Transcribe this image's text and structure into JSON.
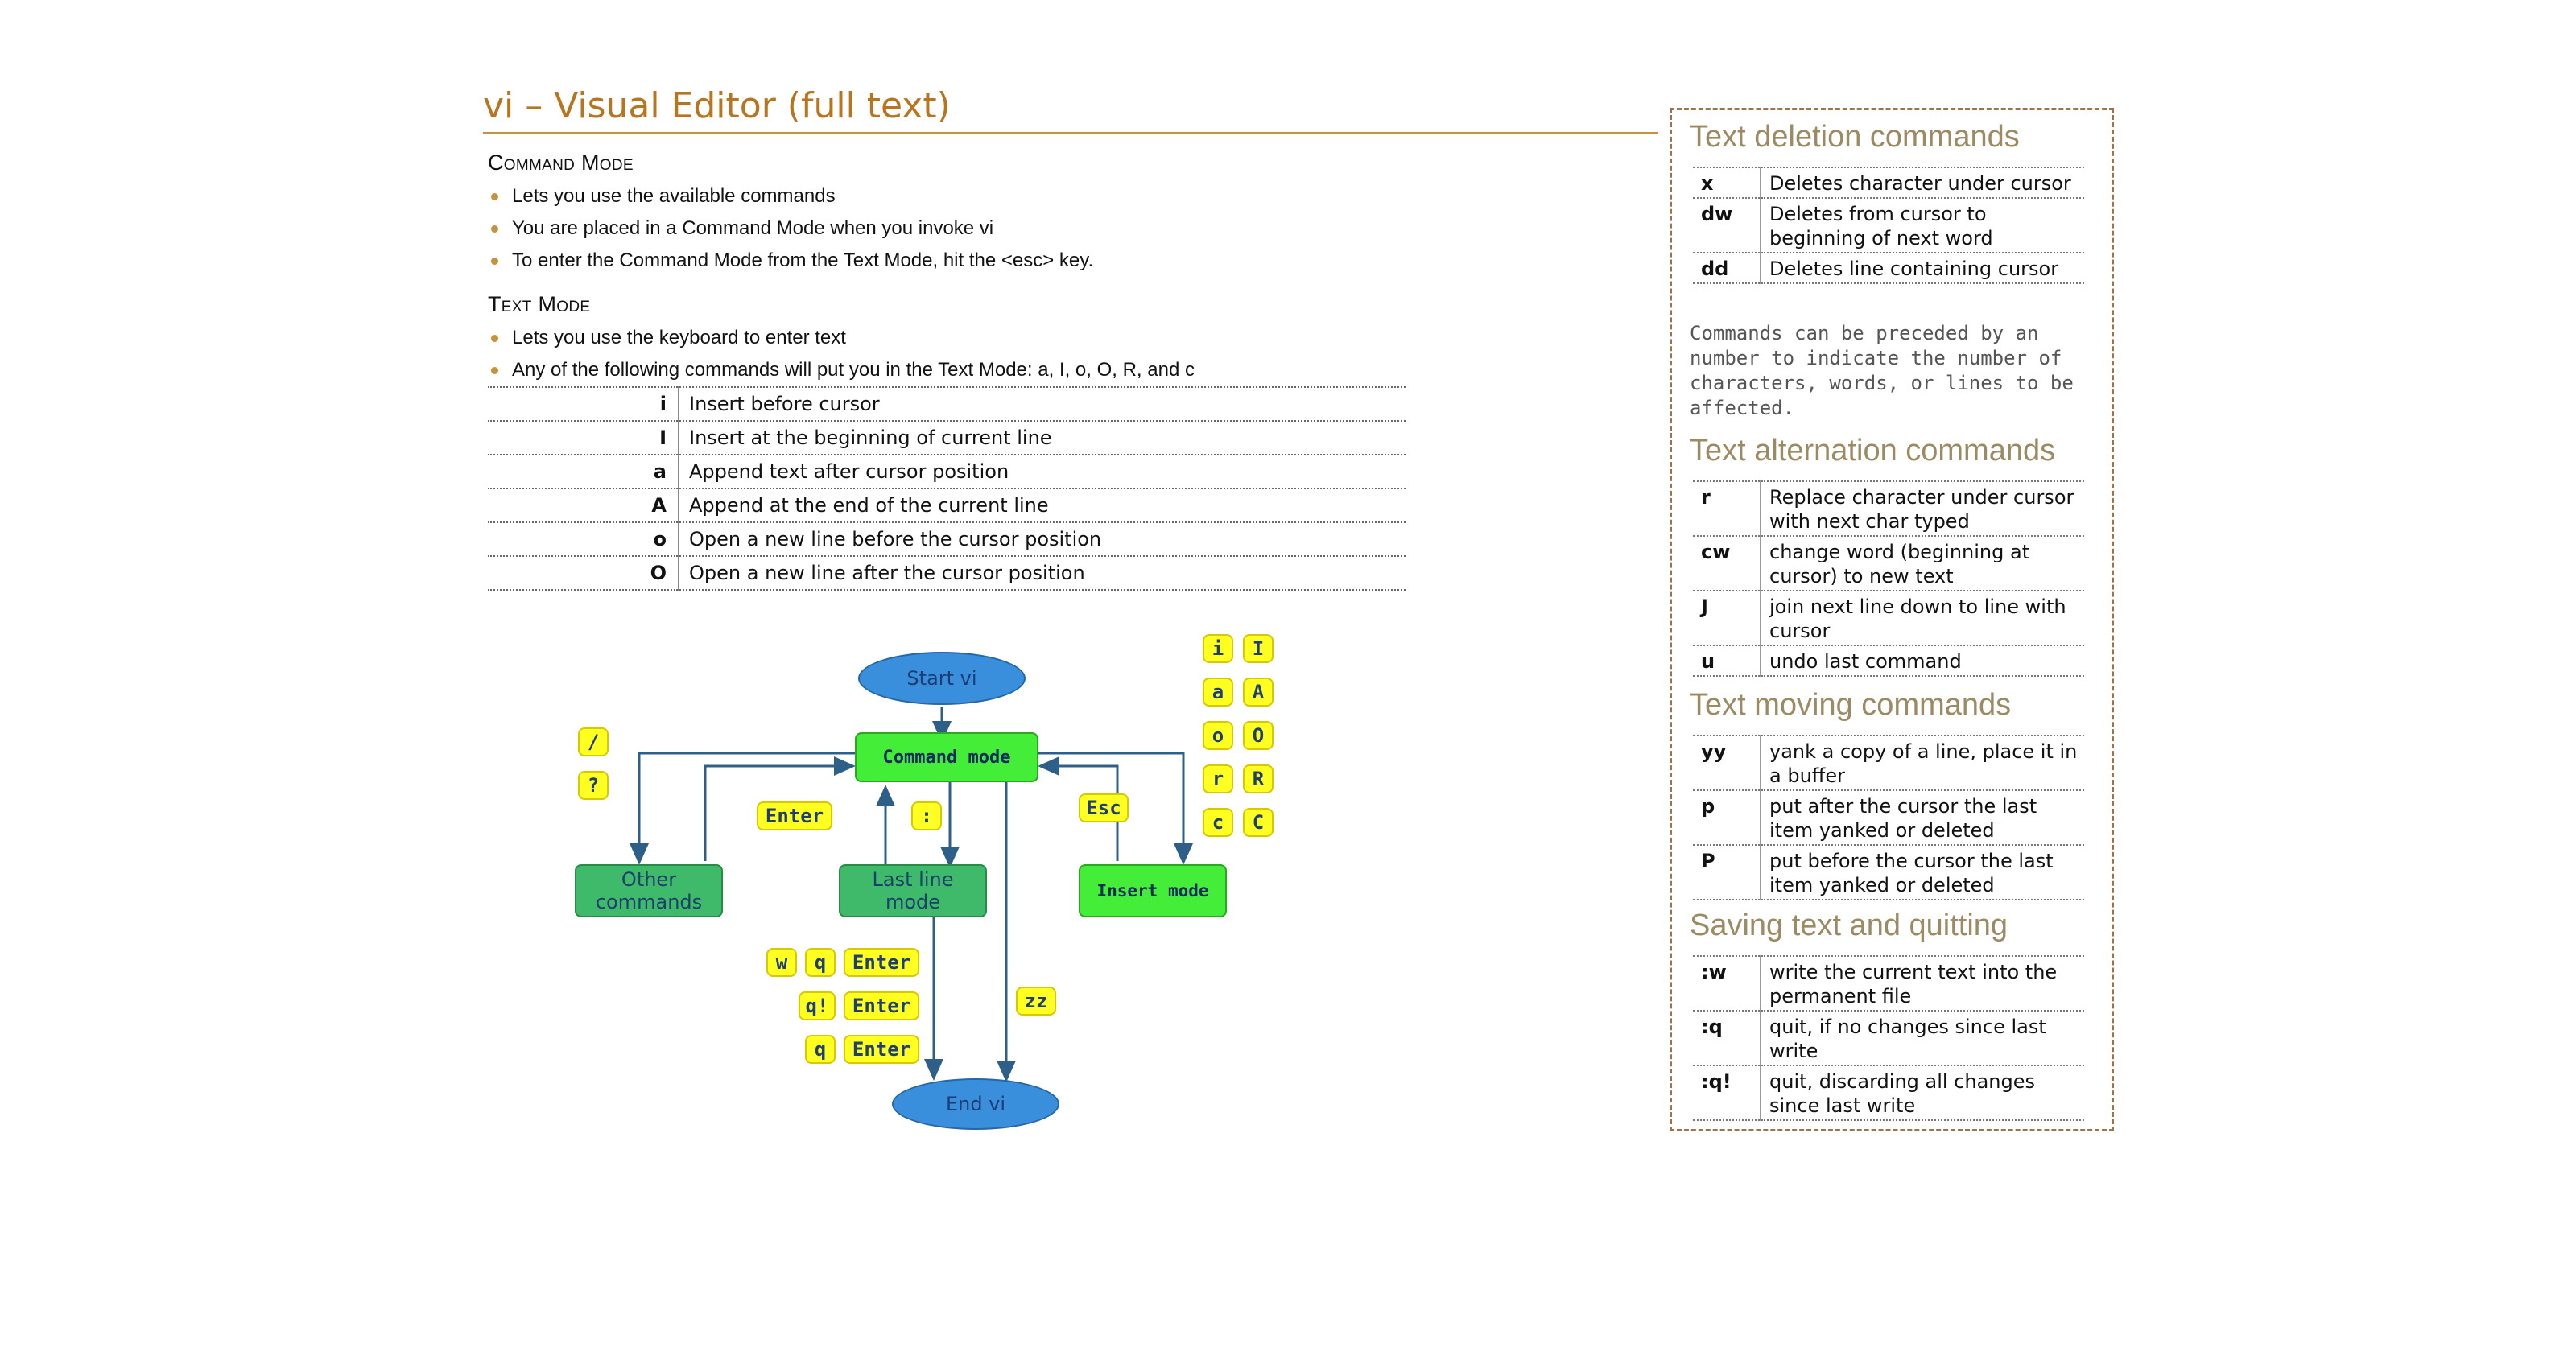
{
  "title": "vi – Visual Editor (full text)",
  "command_mode": {
    "heading": "Command Mode",
    "bullets": [
      "Lets you use the available commands",
      "You are placed in a Command Mode when you invoke vi",
      "To enter the Command Mode from the Text Mode, hit the <esc> key."
    ]
  },
  "text_mode": {
    "heading": "Text Mode",
    "bullets": [
      "Lets you use the keyboard to enter text",
      "Any of the following commands will put you in the Text Mode: a, I, o, O, R, and c"
    ]
  },
  "insert_commands": [
    {
      "key": "i",
      "desc": "Insert before cursor"
    },
    {
      "key": "I",
      "desc": "Insert at the beginning of current line"
    },
    {
      "key": "a",
      "desc": "Append text after cursor position"
    },
    {
      "key": "A",
      "desc": "Append at the end of the current line"
    },
    {
      "key": "o",
      "desc": "Open a new line before the cursor position"
    },
    {
      "key": "O",
      "desc": "Open a new line after the cursor position"
    }
  ],
  "diagram": {
    "start": "Start vi",
    "command_mode": "Command mode",
    "other_commands": "Other commands",
    "last_line_mode": "Last line mode",
    "insert_mode": "Insert mode",
    "end": "End vi",
    "keys": {
      "slash": "/",
      "question": "?",
      "enter": "Enter",
      "colon": ":",
      "esc": "Esc",
      "i": "i",
      "I": "I",
      "a": "a",
      "A": "A",
      "o": "o",
      "O": "O",
      "r": "r",
      "R": "R",
      "c": "c",
      "C": "C",
      "w": "w",
      "q1": "q",
      "enter1": "Enter",
      "qbang": "q!",
      "enter2": "Enter",
      "q2": "q",
      "enter3": "Enter",
      "zz": "zz"
    }
  },
  "panel": {
    "deletion": {
      "heading": "Text deletion commands",
      "rows": [
        {
          "key": "x",
          "desc": "Deletes character under cursor"
        },
        {
          "key": "dw",
          "desc": "Deletes from cursor to beginning of next word"
        },
        {
          "key": "dd",
          "desc": "Deletes line containing cursor"
        }
      ],
      "note": "Commands can be preceded by an number to indicate the number of characters, words, or lines to be affected."
    },
    "alternation": {
      "heading": "Text alternation commands",
      "rows": [
        {
          "key": "r",
          "desc": "Replace character under cursor with next char typed"
        },
        {
          "key": "cw",
          "desc": "change word (beginning at cursor) to new text"
        },
        {
          "key": "J",
          "desc": "join next line down to line with cursor"
        },
        {
          "key": "u",
          "desc": "undo last command"
        }
      ]
    },
    "moving": {
      "heading": "Text moving commands",
      "rows": [
        {
          "key": "yy",
          "desc": "yank a copy of a line, place it in a buffer"
        },
        {
          "key": "p",
          "desc": "put after the cursor the last item yanked or deleted"
        },
        {
          "key": "P",
          "desc": "put before the cursor the last item yanked or deleted"
        }
      ]
    },
    "saving": {
      "heading": "Saving text and quitting",
      "rows": [
        {
          "key": ":w",
          "desc": "write the current text into the permanent file"
        },
        {
          "key": ":q",
          "desc": "quit, if no changes since last write"
        },
        {
          "key": ":q!",
          "desc": "quit, discarding all changes since last write"
        }
      ]
    }
  }
}
